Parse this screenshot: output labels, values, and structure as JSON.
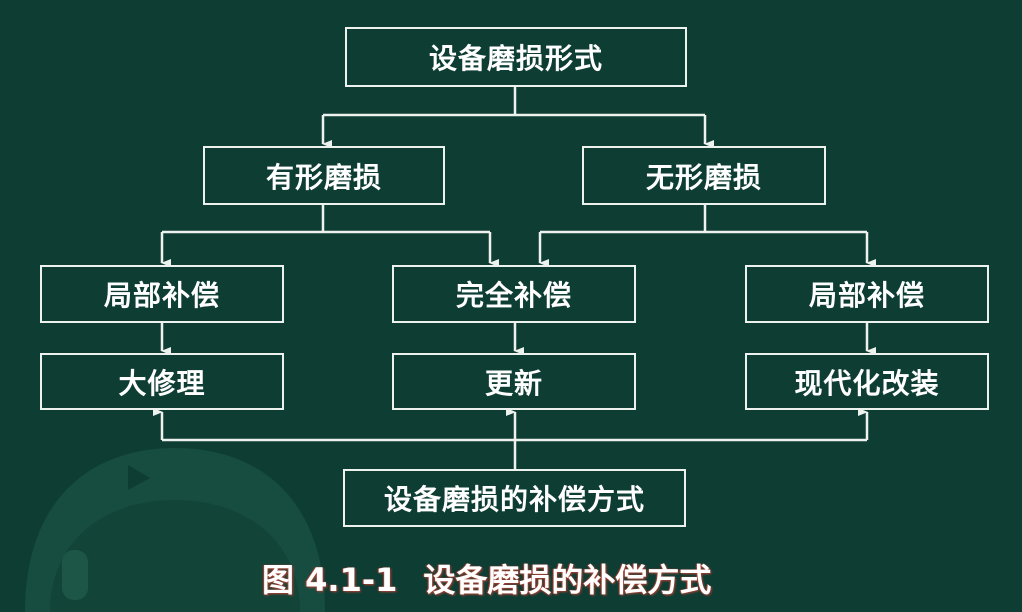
{
  "root": "设备磨损形式",
  "types": [
    "有形磨损",
    "无形磨损"
  ],
  "compensation": [
    "局部补偿",
    "完全补偿",
    "局部补偿"
  ],
  "methods": [
    "大修理",
    "更新",
    "现代化改装"
  ],
  "bottom": "设备磨损的补偿方式",
  "caption": {
    "number": "图 4.1-1",
    "title": "设备磨损的补偿方式"
  },
  "colors": {
    "background": "#0e3d34",
    "line": "#eef2ee"
  }
}
